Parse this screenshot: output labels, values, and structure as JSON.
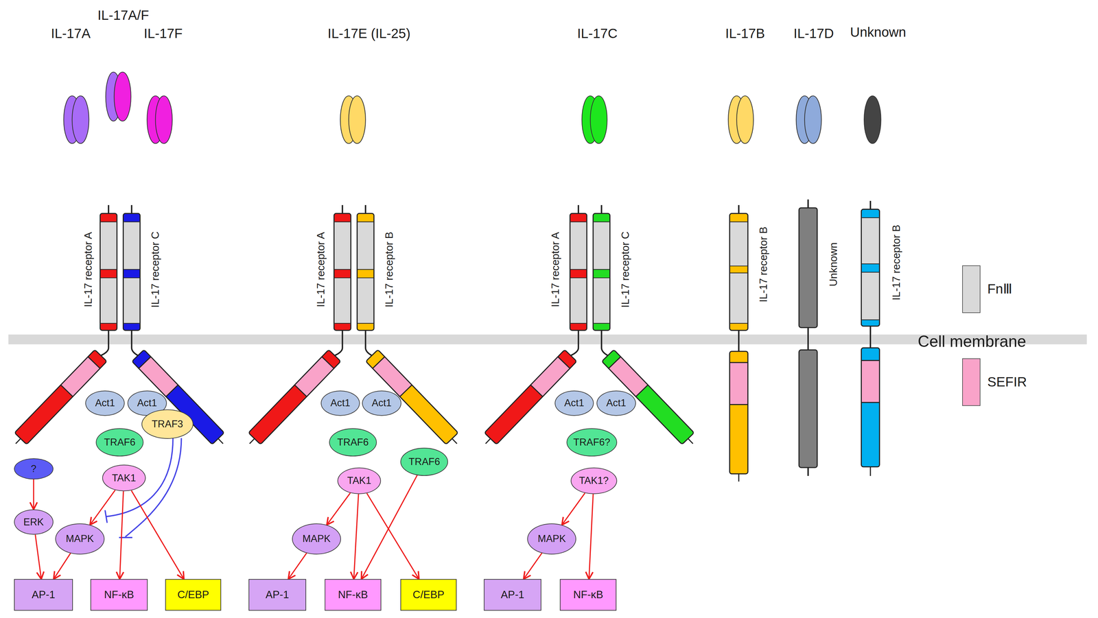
{
  "diagram": {
    "nodes": [
      {
        "text": [
          "Act1"
        ]
      },
      {
        "text": [
          "Act1"
        ]
      },
      {
        "text": [
          "TRAF3"
        ]
      },
      {
        "text": [
          "TRAF6"
        ]
      },
      {
        "text": [
          "?"
        ]
      },
      {
        "text": [
          "TAK1"
        ]
      },
      {
        "text": [
          "ERK"
        ]
      },
      {
        "text": [
          "MAPK"
        ]
      },
      {
        "text": [
          "AP-1"
        ]
      },
      {
        "text": [
          "NF-κB"
        ]
      },
      {
        "text": [
          "C/EBP"
        ]
      },
      {
        "text": [
          "Act1"
        ]
      },
      {
        "text": [
          "Act1"
        ]
      },
      {
        "text": [
          "TRAF6"
        ]
      },
      {
        "text": [
          "TAK1"
        ]
      },
      {
        "text": [
          "TRAF6"
        ]
      },
      {
        "text": [
          "MAPK"
        ]
      },
      {
        "text": [
          "AP-1"
        ]
      },
      {
        "text": [
          "NF-κB"
        ]
      },
      {
        "text": [
          "C/EBP"
        ]
      },
      {
        "text": [
          "Act1"
        ]
      },
      {
        "text": [
          "Act1"
        ]
      },
      {
        "text": [
          "TRAF6?"
        ]
      },
      {
        "text": [
          "TAK1?"
        ]
      },
      {
        "text": [
          "MAPK"
        ]
      },
      {
        "text": [
          "AP-1"
        ]
      },
      {
        "text": [
          "NF-κB"
        ]
      }
    ],
    "edges": [
      {
        "from": 4,
        "to": 6,
        "arrow": "to"
      },
      {
        "from": 6,
        "to": 8,
        "arrow": "to"
      },
      {
        "from": 5,
        "to": 7,
        "arrow": "to"
      },
      {
        "from": 7,
        "to": 8,
        "arrow": "to"
      },
      {
        "from": 5,
        "to": 9,
        "arrow": "to"
      },
      {
        "from": 5,
        "to": 10,
        "arrow": "to"
      },
      {
        "from": 14,
        "to": 16,
        "arrow": "to"
      },
      {
        "from": 16,
        "to": 17,
        "arrow": "to"
      },
      {
        "from": 14,
        "to": 18,
        "arrow": "to"
      },
      {
        "from": 14,
        "to": 19,
        "arrow": "to"
      },
      {
        "from": 15,
        "to": 18,
        "arrow": "to"
      },
      {
        "from": 23,
        "to": 24,
        "arrow": "to"
      },
      {
        "from": 24,
        "to": 25,
        "arrow": "to"
      },
      {
        "from": 23,
        "to": 26,
        "arrow": "to"
      }
    ],
    "labels": [
      "IL-17A/F",
      "IL-17A",
      "IL-17F",
      "IL-17E (IL-25)",
      "IL-17C",
      "IL-17B",
      "IL-17D",
      "Unknown",
      "IL-17 receptor A",
      "IL-17 receptor C",
      "IL-17 receptor A",
      "IL-17 receptor B",
      "IL-17 receptor A",
      "IL-17 receptor C",
      "IL-17 receptor B",
      "Unknown",
      "IL-17 receptor B",
      "Cell membrane"
    ],
    "legend": [
      {
        "text": "FnⅢ",
        "color": "#d9d9d9"
      },
      {
        "text": "SEFIR",
        "color": "#f9a3c9"
      }
    ]
  }
}
